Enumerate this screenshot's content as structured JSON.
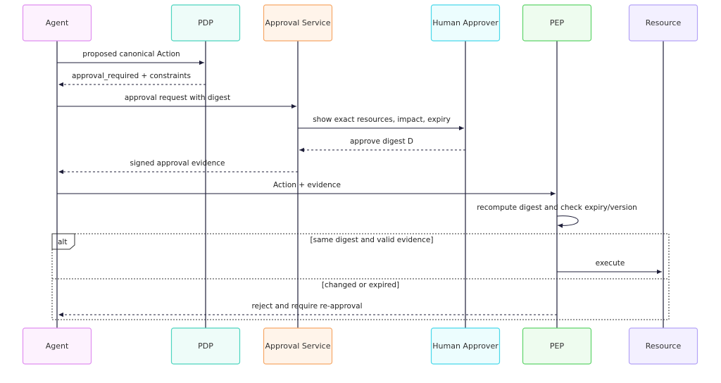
{
  "participants": [
    {
      "id": "agent",
      "label": "Agent",
      "fill": "#fdf2fe",
      "stroke": "#e08ef0"
    },
    {
      "id": "pdp",
      "label": "PDP",
      "fill": "#eefcf9",
      "stroke": "#4dd4bf"
    },
    {
      "id": "approval",
      "label": "Approval Service",
      "fill": "#fff4ea",
      "stroke": "#f6a867"
    },
    {
      "id": "human",
      "label": "Human Approver",
      "fill": "#ecfdfe",
      "stroke": "#48d8ea"
    },
    {
      "id": "pep",
      "label": "PEP",
      "fill": "#eefcef",
      "stroke": "#5fd46a"
    },
    {
      "id": "resource",
      "label": "Resource",
      "fill": "#f3f0ff",
      "stroke": "#b4a2f7"
    }
  ],
  "messages": [
    {
      "from": "agent",
      "to": "pdp",
      "label": "proposed canonical Action",
      "style": "solid"
    },
    {
      "from": "pdp",
      "to": "agent",
      "label": "approval_required + constraints",
      "style": "dashed"
    },
    {
      "from": "agent",
      "to": "approval",
      "label": "approval request with digest",
      "style": "solid"
    },
    {
      "from": "approval",
      "to": "human",
      "label": "show exact resources, impact, expiry",
      "style": "solid"
    },
    {
      "from": "human",
      "to": "approval",
      "label": "approve digest D",
      "style": "dashed"
    },
    {
      "from": "approval",
      "to": "agent",
      "label": "signed approval evidence",
      "style": "dashed"
    },
    {
      "from": "agent",
      "to": "pep",
      "label": "Action + evidence",
      "style": "solid"
    },
    {
      "from": "pep",
      "to": "pep",
      "label": "recompute digest and check expiry/version",
      "style": "self"
    },
    {
      "from": "pep",
      "to": "resource",
      "label": "execute",
      "style": "solid"
    },
    {
      "from": "pep",
      "to": "agent",
      "label": "reject and require re-approval",
      "style": "dashed"
    }
  ],
  "alt_block": {
    "tag": "alt",
    "condition_1": "[same digest and valid evidence]",
    "condition_2": "[changed or expired]"
  },
  "colors": {
    "line": "#1f1f3a"
  }
}
